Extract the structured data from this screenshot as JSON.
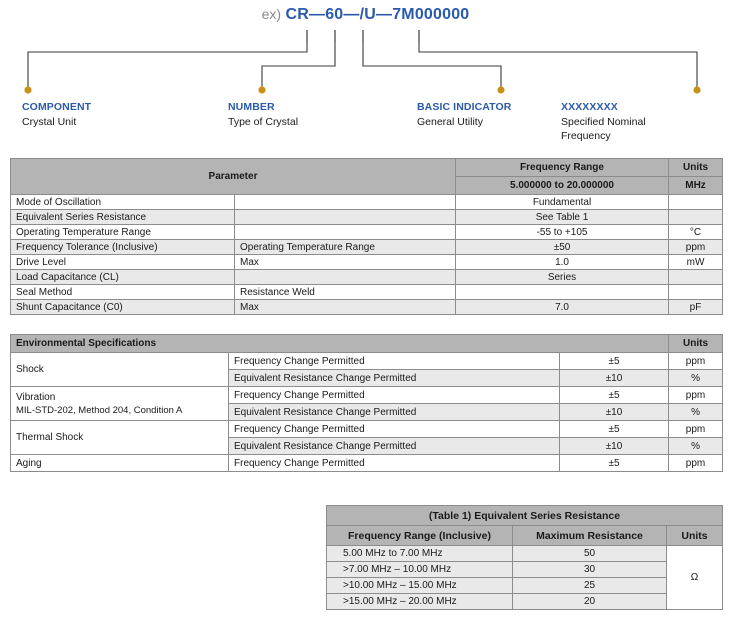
{
  "diagram": {
    "example_prefix": "ex)",
    "part_number": "CR—60—/U—7M000000",
    "callouts": [
      {
        "title": "COMPONENT",
        "desc": "Crystal Unit"
      },
      {
        "title": "NUMBER",
        "desc": "Type of Crystal"
      },
      {
        "title": "BASIC INDICATOR",
        "desc": "General Utility"
      },
      {
        "title": "XXXXXXXX",
        "desc": "Specified Nominal Frequency"
      }
    ]
  },
  "parameters_table": {
    "col_parameter": "Parameter",
    "col_frequency_range": "Frequency Range",
    "col_frequency_value": "5.000000 to 20.000000",
    "col_units": "Units",
    "col_units_value": "MHz",
    "rows": [
      {
        "name": "Mode of Oscillation",
        "condition": "",
        "value": "Fundamental",
        "units": ""
      },
      {
        "name": "Equivalent Series Resistance",
        "condition": "",
        "value": "See Table 1",
        "units": ""
      },
      {
        "name": "Operating Temperature Range",
        "condition": "",
        "value": "-55 to +105",
        "units": "°C"
      },
      {
        "name": "Frequency Tolerance (Inclusive)",
        "condition": "Operating Temperature Range",
        "value": "±50",
        "units": "ppm"
      },
      {
        "name": "Drive Level",
        "condition": "Max",
        "value": "1.0",
        "units": "mW"
      },
      {
        "name": "Load Capacitance (CL)",
        "condition": "",
        "value": "Series",
        "units": ""
      },
      {
        "name": "Seal Method",
        "condition": "Resistance Weld",
        "value": "",
        "units": ""
      },
      {
        "name": "Shunt Capacitance (C0)",
        "condition": "Max",
        "value": "7.0",
        "units": "pF"
      }
    ]
  },
  "environmental_table": {
    "title": "Environmental Specifications",
    "col_units": "Units",
    "groups": [
      {
        "name": "Shock",
        "note": "",
        "rows": [
          {
            "test": "Frequency Change Permitted",
            "value": "±5",
            "units": "ppm"
          },
          {
            "test": "Equivalent Resistance Change Permitted",
            "value": "±10",
            "units": "%"
          }
        ]
      },
      {
        "name": "Vibration",
        "note": "MIL-STD-202, Method 204, Condition A",
        "rows": [
          {
            "test": "Frequency Change Permitted",
            "value": "±5",
            "units": "ppm"
          },
          {
            "test": "Equivalent Resistance Change Permitted",
            "value": "±10",
            "units": "%"
          }
        ]
      },
      {
        "name": "Thermal Shock",
        "note": "",
        "rows": [
          {
            "test": "Frequency Change Permitted",
            "value": "±5",
            "units": "ppm"
          },
          {
            "test": "Equivalent Resistance Change Permitted",
            "value": "±10",
            "units": "%"
          }
        ]
      },
      {
        "name": "Aging",
        "note": "",
        "rows": [
          {
            "test": "Frequency Change Permitted",
            "value": "±5",
            "units": "ppm"
          }
        ]
      }
    ]
  },
  "esr_table": {
    "title": "(Table 1) Equivalent Series Resistance",
    "col_frequency_range": "Frequency Range (Inclusive)",
    "col_max_resistance": "Maximum Resistance",
    "col_units": "Units",
    "units_value": "Ω",
    "rows": [
      {
        "range": "5.00 MHz to 7.00 MHz",
        "resistance": "50"
      },
      {
        "range": ">7.00 MHz – 10.00 MHz",
        "resistance": "30"
      },
      {
        "range": ">10.00 MHz – 15.00 MHz",
        "resistance": "25"
      },
      {
        "range": ">15.00 MHz – 20.00 MHz",
        "resistance": "20"
      }
    ]
  },
  "colors": {
    "accent_blue": "#2b5aad",
    "marker_gold": "#c8921a",
    "header_gray": "#b4b4b4",
    "row_shade": "#e9e9e9"
  }
}
